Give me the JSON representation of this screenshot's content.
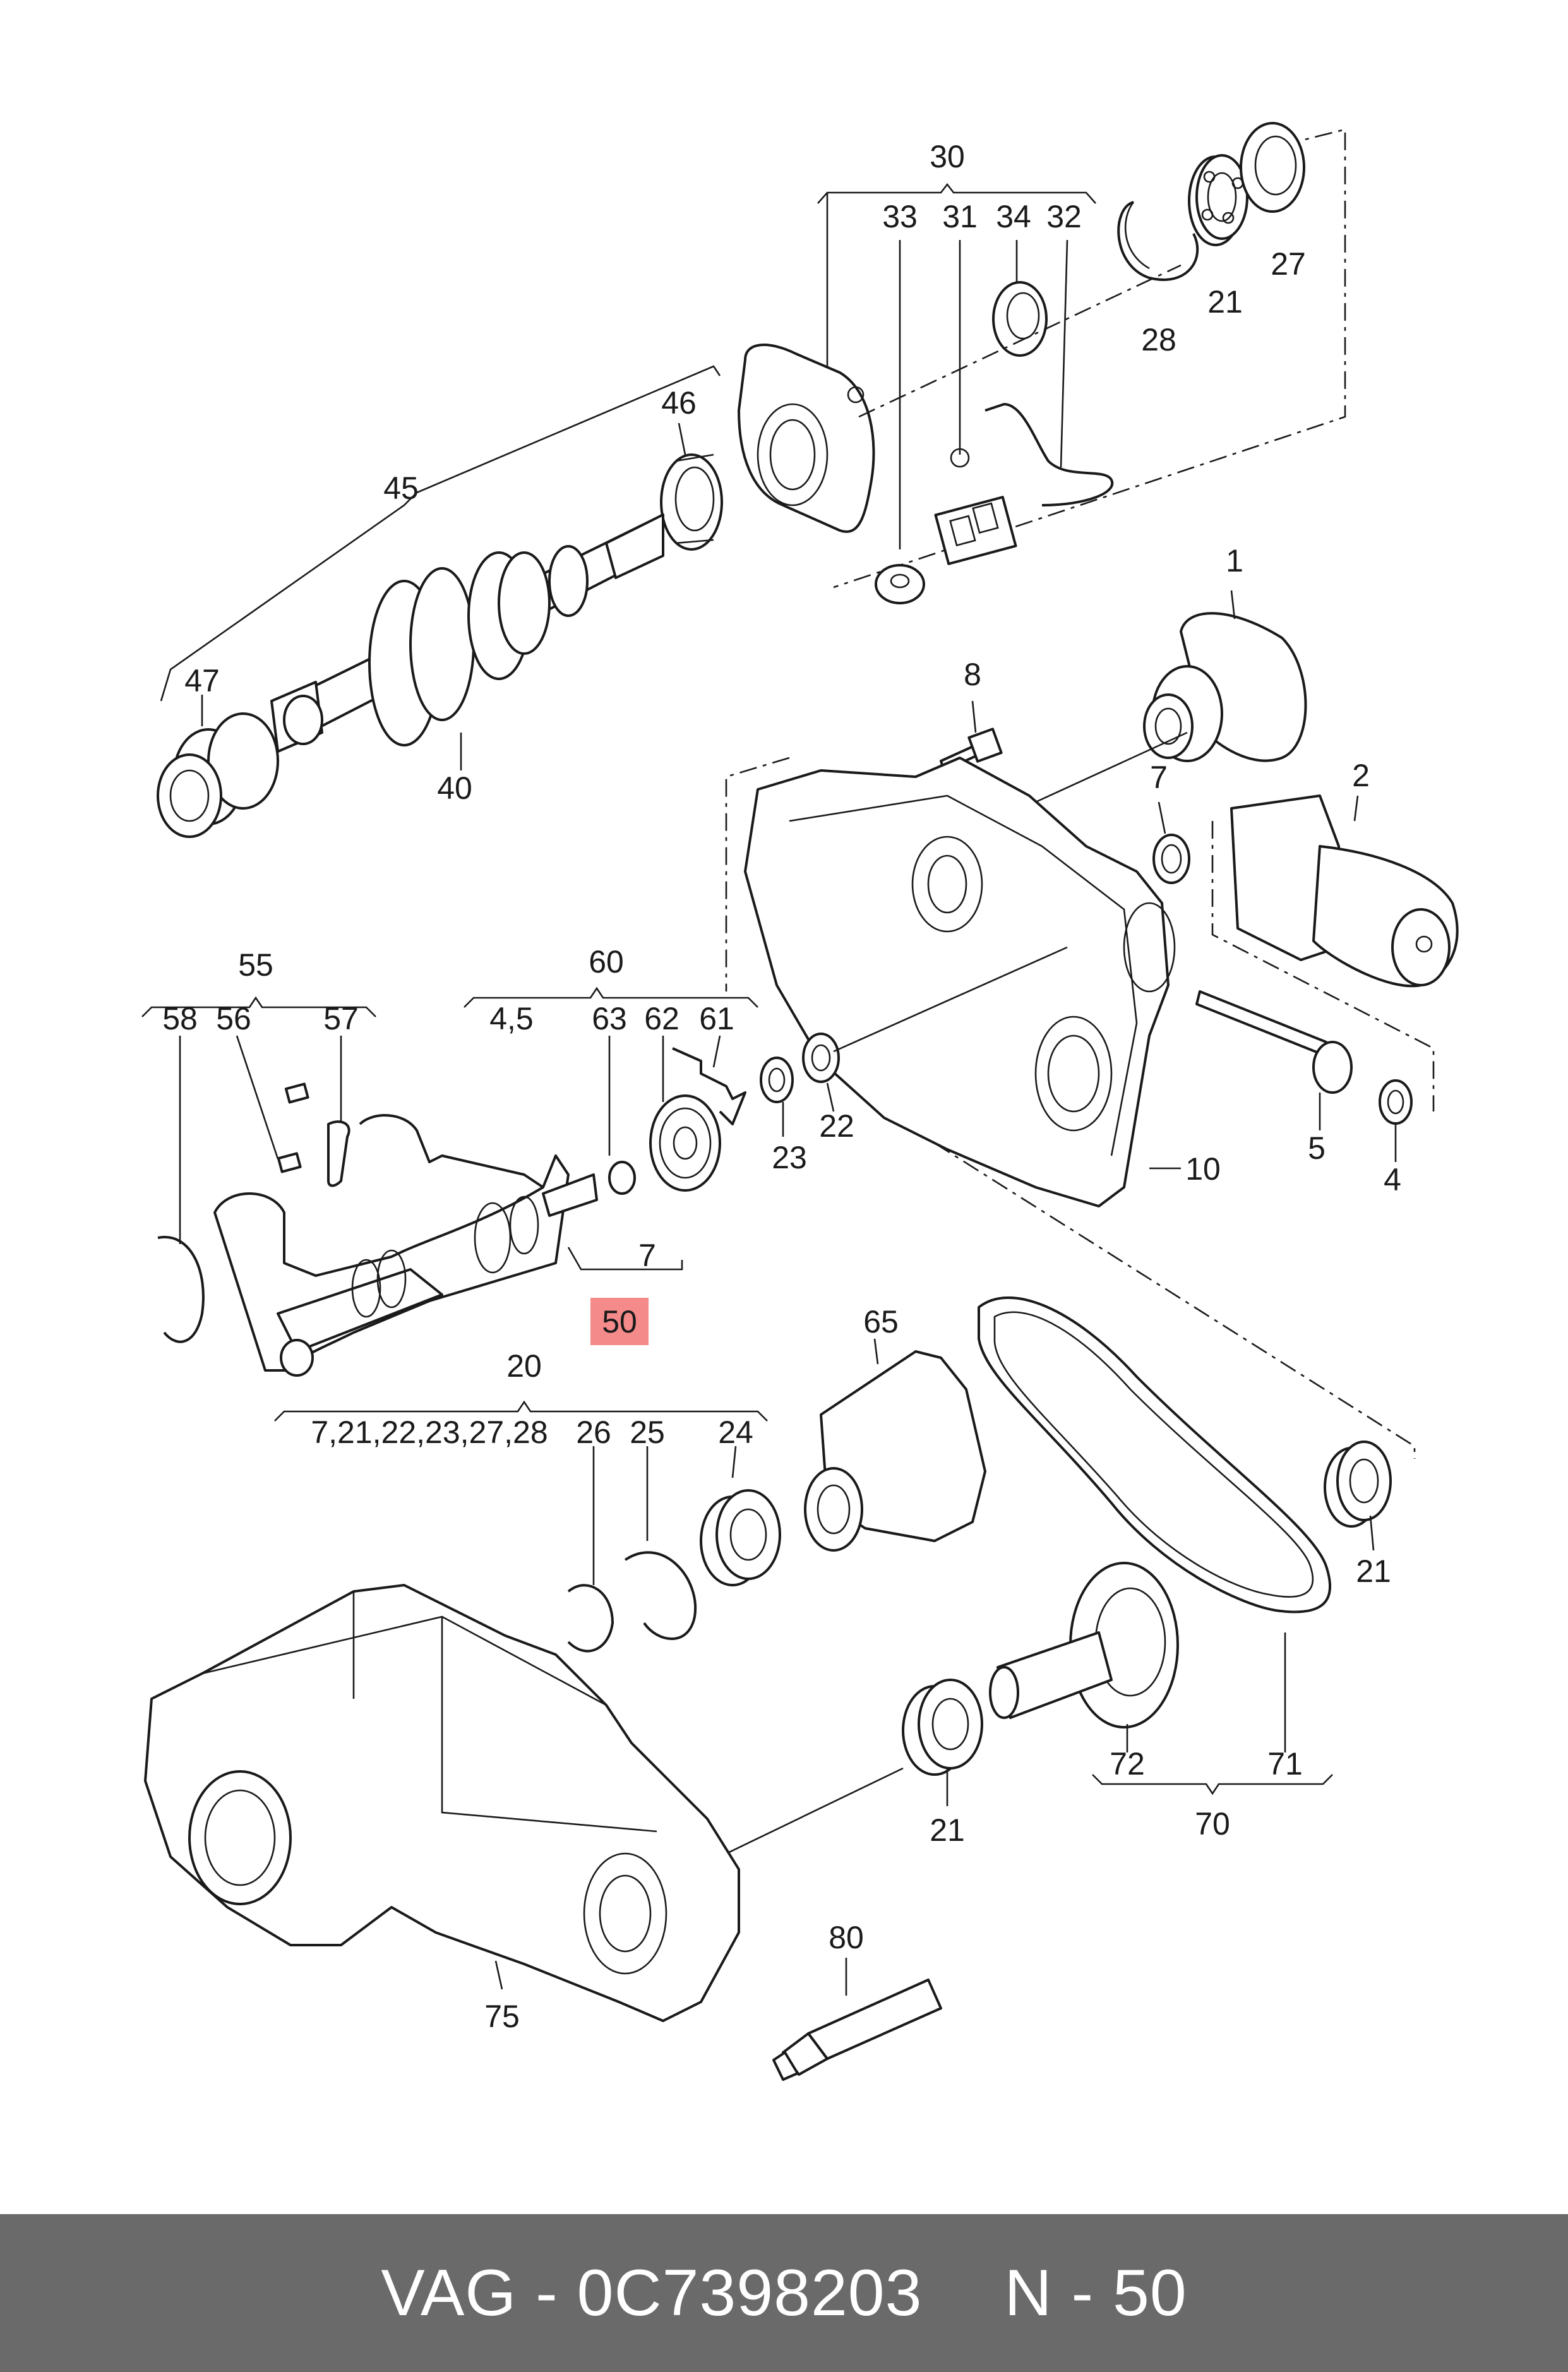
{
  "labels": {
    "l1": "1",
    "l2": "2",
    "l4": "4",
    "l5": "5",
    "l7a": "7",
    "l7b": "7",
    "l8": "8",
    "l10": "10",
    "l20": "20",
    "l21a": "21",
    "l21b": "21",
    "l21c": "21",
    "l22": "22",
    "l23": "23",
    "l24": "24",
    "l25": "25",
    "l26": "26",
    "l27": "27",
    "l28": "28",
    "l30": "30",
    "l31": "31",
    "l32": "32",
    "l33": "33",
    "l34": "34",
    "l40": "40",
    "l45": "45",
    "l46": "46",
    "l47": "47",
    "l55": "55",
    "l56": "56",
    "l57": "57",
    "l58": "58",
    "l60": "60",
    "l61": "61",
    "l62": "62",
    "l63": "63",
    "l65": "65",
    "l70": "70",
    "l71": "71",
    "l72": "72",
    "l75": "75",
    "l80": "80",
    "l45b": "4,5",
    "l50": "50",
    "l20group": "7,21,22,23,27,28"
  },
  "footer": {
    "part": "VAG - 0C7398203",
    "position": "N - 50"
  },
  "highlight": {
    "label": "50",
    "color": "#f48a8a"
  }
}
